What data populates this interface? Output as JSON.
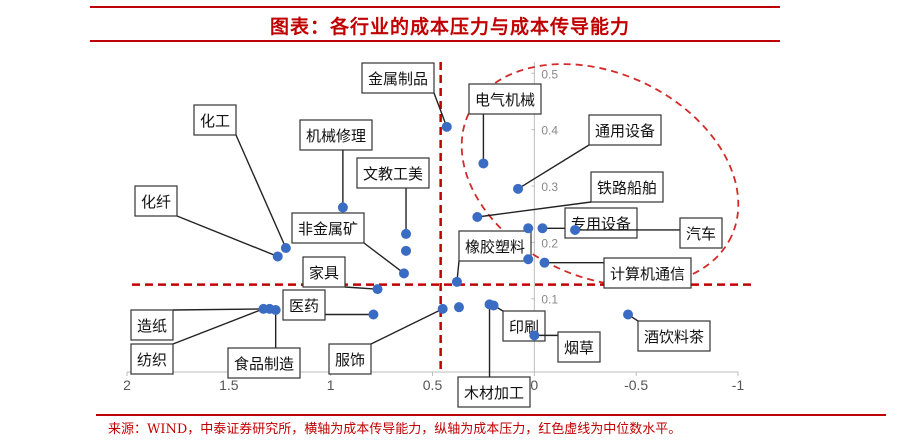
{
  "header": {
    "title": "图表：各行业的成本压力与成本传导能力"
  },
  "footer": {
    "source": "来源：WIND，中泰证券研究所，横轴为成本传导能力，纵轴为成本压力，红色虚线为中位数水平。"
  },
  "colors": {
    "title": "#c00000",
    "point": "#3b6cc4",
    "median": "#c00000",
    "cluster": "#d42a2a"
  },
  "chart_data": {
    "type": "scatter",
    "title": "图表：各行业的成本压力与成本传导能力",
    "xlabel": "",
    "ylabel": "",
    "xlim": [
      2,
      -1
    ],
    "ylim": [
      -0.03,
      0.52
    ],
    "x_reversed": true,
    "x_ticks": [
      "2",
      "1.5",
      "1",
      "0.5",
      "0",
      "-0.5",
      "-1"
    ],
    "x_tick_values": [
      2,
      1.5,
      1,
      0.5,
      0,
      -0.5,
      -1
    ],
    "y_ticks": [
      "0.5",
      "0.4",
      "0.3",
      "0.2",
      "0.1"
    ],
    "y_tick_values": [
      0.5,
      0.4,
      0.3,
      0.2,
      0.1
    ],
    "median_x": 0.46,
    "median_y": 0.125,
    "points": [
      {
        "name": "金属制品",
        "x": 0.43,
        "y": 0.405
      },
      {
        "name": "电气机械",
        "x": 0.25,
        "y": 0.34
      },
      {
        "name": "通用设备",
        "x": 0.08,
        "y": 0.295
      },
      {
        "name": "铁路船舶",
        "x": 0.28,
        "y": 0.245
      },
      {
        "name": "专用设备",
        "x": -0.04,
        "y": 0.225
      },
      {
        "name": "汽车",
        "x": -0.2,
        "y": 0.222
      },
      {
        "name": "计算机通信",
        "x": -0.05,
        "y": 0.164
      },
      {
        "name": "橡胶塑料",
        "x": 0.38,
        "y": 0.13
      },
      {
        "name": "",
        "x": 0.03,
        "y": 0.17
      },
      {
        "name": "",
        "x": 0.03,
        "y": 0.225
      },
      {
        "name": "化工",
        "x": 1.22,
        "y": 0.19
      },
      {
        "name": "机械修理",
        "x": 0.94,
        "y": 0.262
      },
      {
        "name": "文教工美",
        "x": 0.63,
        "y": 0.215
      },
      {
        "name": "",
        "x": 0.63,
        "y": 0.185
      },
      {
        "name": "化纤",
        "x": 1.26,
        "y": 0.175
      },
      {
        "name": "非金属矿",
        "x": 0.64,
        "y": 0.145
      },
      {
        "name": "家具",
        "x": 0.77,
        "y": 0.117
      },
      {
        "name": "医药",
        "x": 0.79,
        "y": 0.072
      },
      {
        "name": "造纸",
        "x": 1.3,
        "y": 0.082
      },
      {
        "name": "纺织",
        "x": 1.33,
        "y": 0.082
      },
      {
        "name": "食品制造",
        "x": 1.27,
        "y": 0.08
      },
      {
        "name": "服饰",
        "x": 0.45,
        "y": 0.082
      },
      {
        "name": "",
        "x": 0.37,
        "y": 0.085
      },
      {
        "name": "木材加工",
        "x": 0.22,
        "y": 0.09
      },
      {
        "name": "印刷",
        "x": 0.2,
        "y": 0.088
      },
      {
        "name": "烟草",
        "x": 0.0,
        "y": 0.035
      },
      {
        "name": "酒饮料茶",
        "x": -0.46,
        "y": 0.072
      }
    ],
    "legend": "none",
    "grid": false
  }
}
